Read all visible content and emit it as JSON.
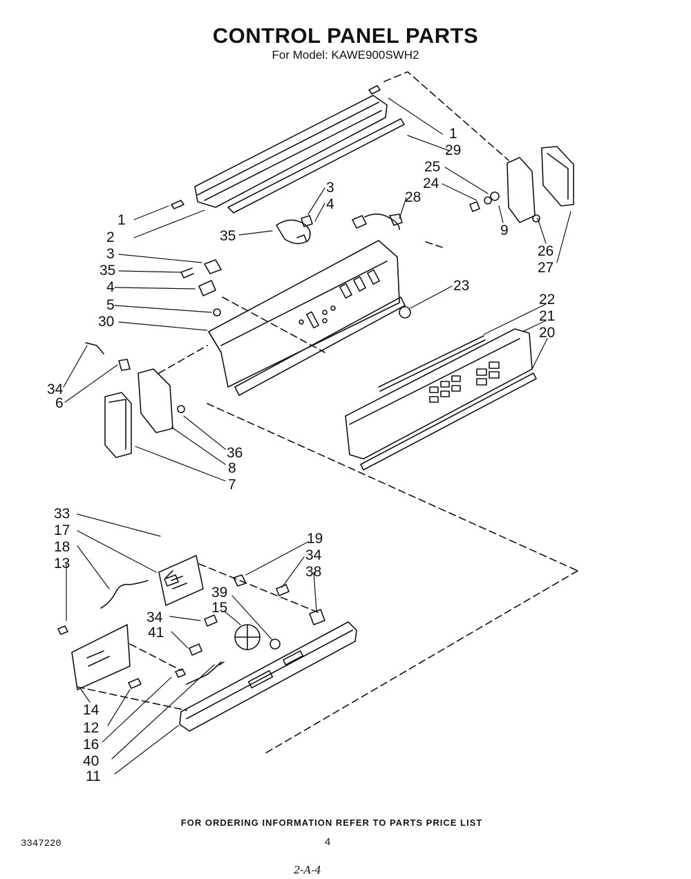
{
  "header": {
    "title": "CONTROL PANEL PARTS",
    "model_line": "For Model: KAWE900SWH2"
  },
  "callouts": {
    "upper_left": [
      "1",
      "2",
      "3",
      "35",
      "4",
      "5",
      "30",
      "34",
      "6"
    ],
    "upper_top_mid": [
      "3",
      "4",
      "35"
    ],
    "upper_right": [
      "1",
      "29",
      "25",
      "24",
      "28",
      "9",
      "26",
      "27",
      "23",
      "22",
      "21",
      "20"
    ],
    "upper_bottom": [
      "36",
      "8",
      "7"
    ],
    "lower_left": [
      "33",
      "17",
      "18",
      "13",
      "34",
      "15",
      "41",
      "14",
      "12",
      "16",
      "40",
      "11"
    ],
    "lower_right": [
      "19",
      "34",
      "38",
      "39"
    ]
  },
  "footer": {
    "ordering_note": "FOR ORDERING INFORMATION REFER TO PARTS PRICE LIST",
    "doc_number": "3347220",
    "page_number": "4",
    "handwritten_note": "2-A-4"
  }
}
